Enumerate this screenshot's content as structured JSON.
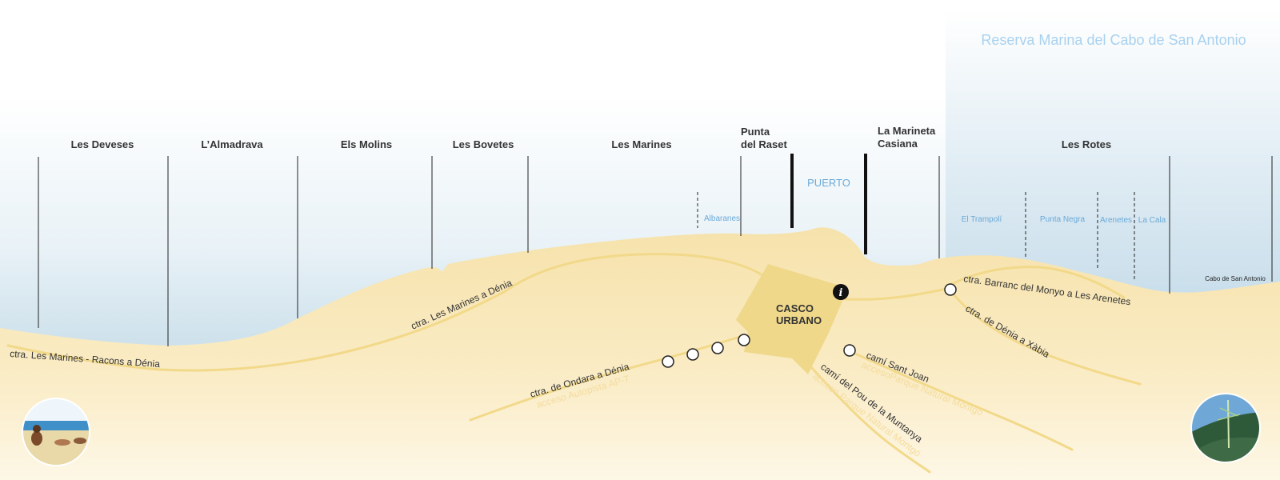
{
  "reserve": "Reserva Marina del Cabo de San Antonio",
  "zones": [
    {
      "id": "les-deveses",
      "lines": [
        "Les Deveses"
      ]
    },
    {
      "id": "almadrava",
      "lines": [
        "L’Almadrava"
      ]
    },
    {
      "id": "els-molins",
      "lines": [
        "Els Molins"
      ]
    },
    {
      "id": "les-bovetes",
      "lines": [
        "Les Bovetes"
      ]
    },
    {
      "id": "les-marines",
      "lines": [
        "Les Marines"
      ]
    },
    {
      "id": "punta-raset",
      "lines": [
        "Punta",
        "del Raset"
      ]
    },
    {
      "id": "la-marineta",
      "lines": [
        "La Marineta",
        "Casiana"
      ]
    },
    {
      "id": "les-rotes",
      "lines": [
        "Les Rotes"
      ]
    }
  ],
  "sea_labels": {
    "albaranes": "Albaranes",
    "puerto": "PUERTO",
    "trampoli": "El Trampolí",
    "punta_negra": "Punta Negra",
    "arenetes": "Arenetes",
    "la_cala": "La Cala",
    "cabo": "Cabo de San Antonio"
  },
  "town": [
    "CASCO",
    "URBANO"
  ],
  "roads": {
    "racons": "ctra. Les Marines - Racons a Dénia",
    "marines": "ctra. Les Marines a Dénia",
    "ondara": "ctra. de Ondara a Dénia",
    "ondara_access": "acceso Autopista AP-7",
    "pou": "camí del Pou de la Muntanya",
    "pou_access": "acceso Parque Natural Montgó",
    "sant_joan": "camí Sant Joan",
    "sant_joan_access": "accesoParque Natural Montgó",
    "barranc": "ctra. Barranc del Monyo a Les Arenetes",
    "xabia": "ctra. de Dénia a Xàbia"
  },
  "info_icon": "i",
  "colors": {
    "sea": "#cfe3ef",
    "land": "#f8e8b8",
    "road": "#f2d98a",
    "town": "#efd88a",
    "sea_text": "#6aa9d8"
  }
}
